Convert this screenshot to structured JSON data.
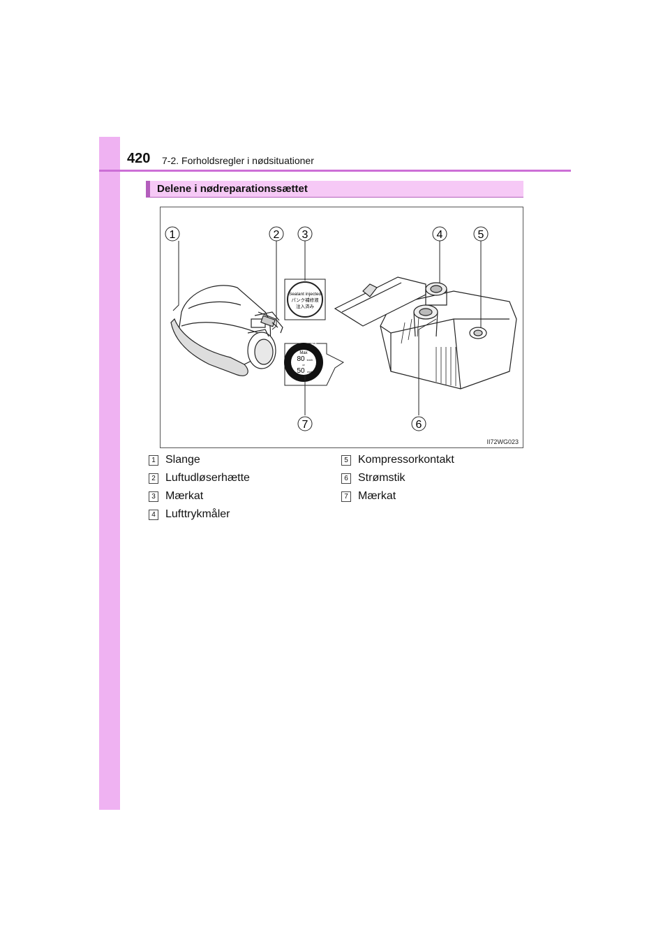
{
  "header": {
    "page_number": "420",
    "running_head": "7-2. Forholdsregler i nødsituationer"
  },
  "section": {
    "title": "Delene i nødreparationssættet"
  },
  "figure": {
    "code": "II72WG023",
    "callouts": [
      "1",
      "2",
      "3",
      "4",
      "5",
      "6",
      "7"
    ],
    "label_sealant": {
      "line1": "Sealant injected",
      "line2": "パンク補修液",
      "line3": "注入済み"
    },
    "label_caution": {
      "caution": "CAUTION",
      "max": "Max",
      "speed1": "80",
      "unit1": "km/h",
      "or": "or",
      "speed2": "50",
      "unit2": "mph"
    }
  },
  "legend": {
    "left": [
      {
        "num": "1",
        "label": "Slange"
      },
      {
        "num": "2",
        "label": "Luftudløserhætte"
      },
      {
        "num": "3",
        "label": "Mærkat"
      },
      {
        "num": "4",
        "label": "Lufttrykmåler"
      }
    ],
    "right": [
      {
        "num": "5",
        "label": "Kompressorkontakt"
      },
      {
        "num": "6",
        "label": "Strømstik"
      },
      {
        "num": "7",
        "label": "Mærkat"
      }
    ]
  },
  "colors": {
    "sidebar": "#efb2f2",
    "rule": "#cc6fd6",
    "title_bg": "#f6c9f6",
    "accent": "#b35ebc"
  }
}
